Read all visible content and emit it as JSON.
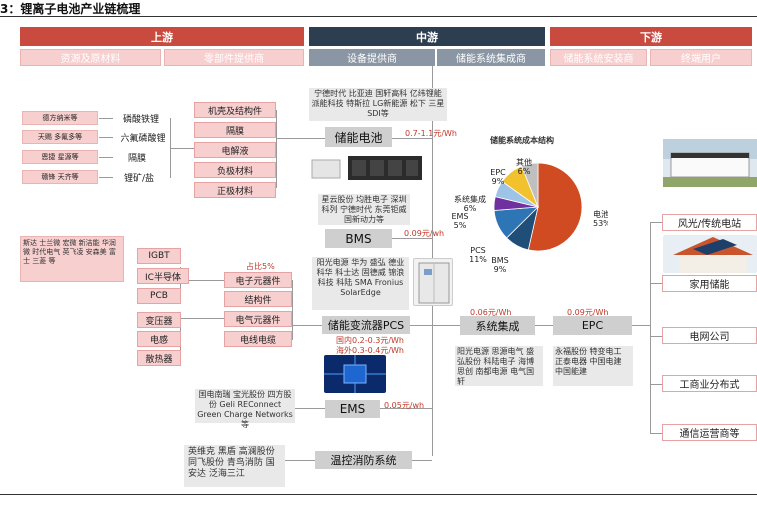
{
  "title": "3：锂离子电池产业链梳理",
  "colors": {
    "up": "#c94b3f",
    "mid": "#2d3e50",
    "down": "#c94b3f",
    "pink": "#f7cfcf",
    "gray": "#cfcfcf"
  },
  "headers": {
    "upstream": "上游",
    "midstream": "中游",
    "downstream": "下游"
  },
  "subheaders": {
    "resources": "资源及原材料",
    "parts": "零部件提供商",
    "equipment": "设备提供商",
    "integration": "储能系统集成商",
    "install": "储能系统安装商",
    "enduser": "终端用户"
  },
  "materials": [
    {
      "companies": "德方纳米等",
      "item": "磷酸铁锂"
    },
    {
      "companies": "天赐 多氟多等",
      "item": "六氟磷酸锂"
    },
    {
      "companies": "恩捷 星源等",
      "item": "隔膜"
    },
    {
      "companies": "赣锋 天齐等",
      "item": "锂矿/盐"
    }
  ],
  "battery_parts": [
    "机壳及结构件",
    "隔膜",
    "电解液",
    "负极材料",
    "正极材料"
  ],
  "semis_companies": "斯达 士兰微 宏微 新洁能 华润微 时代电气 英飞凌 安森美 富士 三菱 等",
  "semis": [
    "IGBT",
    "IC半导体",
    "PCB"
  ],
  "pcs_parts_left": [
    "变压器",
    "电感",
    "散热器"
  ],
  "pcs_parts": [
    "电子元器件",
    "结构件",
    "电气元器件",
    "电线电缆"
  ],
  "pcs_parts_note": "占比5%",
  "battery": {
    "label": "储能电池",
    "companies": "宁德时代 比亚迪 国轩高科 亿纬锂能 派能科技 特斯拉 LG新能源 松下 三星SDI等",
    "price": "0.7-1.1元/Wh"
  },
  "bms": {
    "label": "BMS",
    "companies": "星云股份 均胜电子 深圳科列 宁德时代 东莞钜威 国新动力等",
    "price": "0.09元/wh"
  },
  "pcs": {
    "label": "储能变流器PCS",
    "companies": "阳光电源 华为 盛弘 德业 科华 科士达 固德威 锦浪科技 科陆 SMA Fronius SolarEdge",
    "price_dom": "国内0.2-0.3元/Wh",
    "price_abroad": "海外0.3-0.4元/Wh"
  },
  "ems": {
    "label": "EMS",
    "companies": "国电南瑞 宝光股份 四方股份 Geli REConnect Green Charge Networks 等",
    "price": "0.05元/wh"
  },
  "thermal": {
    "label": "温控消防系统",
    "companies": "英维克 黑盾 高澜股份 同飞股份 青鸟消防 国安达 泛海三江"
  },
  "integration": {
    "label": "系统集成",
    "price": "0.06元/Wh",
    "companies": "阳光电源 思源电气 盛弘股份 科陆电子 海博思创 南都电源 电气国轩"
  },
  "epc": {
    "label": "EPC",
    "price": "0.09元/Wh",
    "companies": "永福股份 特变电工 正泰电器 中国电建 中国能建"
  },
  "endusers": [
    "风光/传统电站",
    "家用储能",
    "电网公司",
    "工商业分布式",
    "通信运营商等"
  ],
  "pie": {
    "title": "储能系统成本结构",
    "slices": [
      {
        "label": "电池",
        "value": 53,
        "pct": "53%",
        "color": "#d04a22"
      },
      {
        "label": "BMS",
        "value": 9,
        "pct": "9%",
        "color": "#1f4e79"
      },
      {
        "label": "PCS",
        "value": 11,
        "pct": "11%",
        "color": "#2e75b6"
      },
      {
        "label": "EMS",
        "value": 5,
        "pct": "5%",
        "color": "#7030a0"
      },
      {
        "label": "系统集成",
        "value": 6,
        "pct": "6%",
        "color": "#9dc3e6"
      },
      {
        "label": "EPC",
        "value": 9,
        "pct": "9%",
        "color": "#f2c12e"
      },
      {
        "label": "其他",
        "value": 6,
        "pct": "6%",
        "color": "#bfbfbf"
      }
    ]
  }
}
